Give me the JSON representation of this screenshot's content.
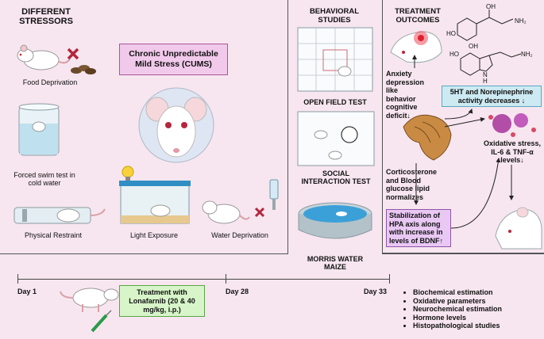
{
  "stressors": {
    "title_line1": "DIFFERENT",
    "title_line2": "STRESSORS",
    "food": "Food Deprivation",
    "swim_line1": "Forced swim test in",
    "swim_line2": "cold water",
    "restraint": "Physical Restraint",
    "light": "Light Exposure",
    "water": "Water Deprivation"
  },
  "cums": {
    "line1": "Chronic Unpredictable",
    "line2": "Mild Stress (CUMS)"
  },
  "behavioral": {
    "title_line1": "BEHAVIORAL",
    "title_line2": "STUDIES",
    "open_field": "OPEN FIELD TEST",
    "social_line1": "SOCIAL",
    "social_line2": "INTERACTION TEST",
    "morris_line1": "MORRIS WATER",
    "morris_line2": "MAIZE"
  },
  "outcomes": {
    "title_line1": "TREATMENT",
    "title_line2": "OUTCOMES",
    "anxiety": [
      "Anxiety",
      "depression",
      "like",
      "behavior",
      "cognitive",
      "deficit↓"
    ],
    "serotonin_line1": "5HT and Norepinephrine",
    "serotonin_line2": "activity decreases ↓",
    "oxidative_line1": "Oxidative stress,",
    "oxidative_line2": "IL-6 & TNF-α",
    "oxidative_line3": "levels↓",
    "cortico": [
      "Corticosterone",
      "and Blood",
      "glucose lipid",
      "normalizes"
    ],
    "hpa": [
      "Stabilization of",
      "HPA axis along",
      "with increase in",
      "levels of BDNF↑"
    ],
    "chem_oh1": "OH",
    "chem_oh2": "OH",
    "chem_oh3": "HO",
    "chem_oh4": "HO",
    "chem_nh2a": "NH₂",
    "chem_nh2b": "NH₂",
    "chem_nh": "N",
    "chem_h": "H"
  },
  "timeline": {
    "day1": "Day 1",
    "day28": "Day 28",
    "day33": "Day 33",
    "treatment_line1": "Treatment with",
    "treatment_line2": "Lonafarnib (20 & 40",
    "treatment_line3": "mg/kg, i.p.)",
    "estimations": [
      "Biochemical estimation",
      "Oxidative parameters",
      "Neurochemical estimation",
      "Hormone levels",
      "Histopathological studies"
    ]
  },
  "colors": {
    "background": "#f7e6ef",
    "cums_box": "#f1c9ea",
    "treatment_box": "#d7f5c9",
    "serotonin_box": "#cdeaf3",
    "hpa_box": "#e9c8f4",
    "brain": "#c98b44"
  }
}
